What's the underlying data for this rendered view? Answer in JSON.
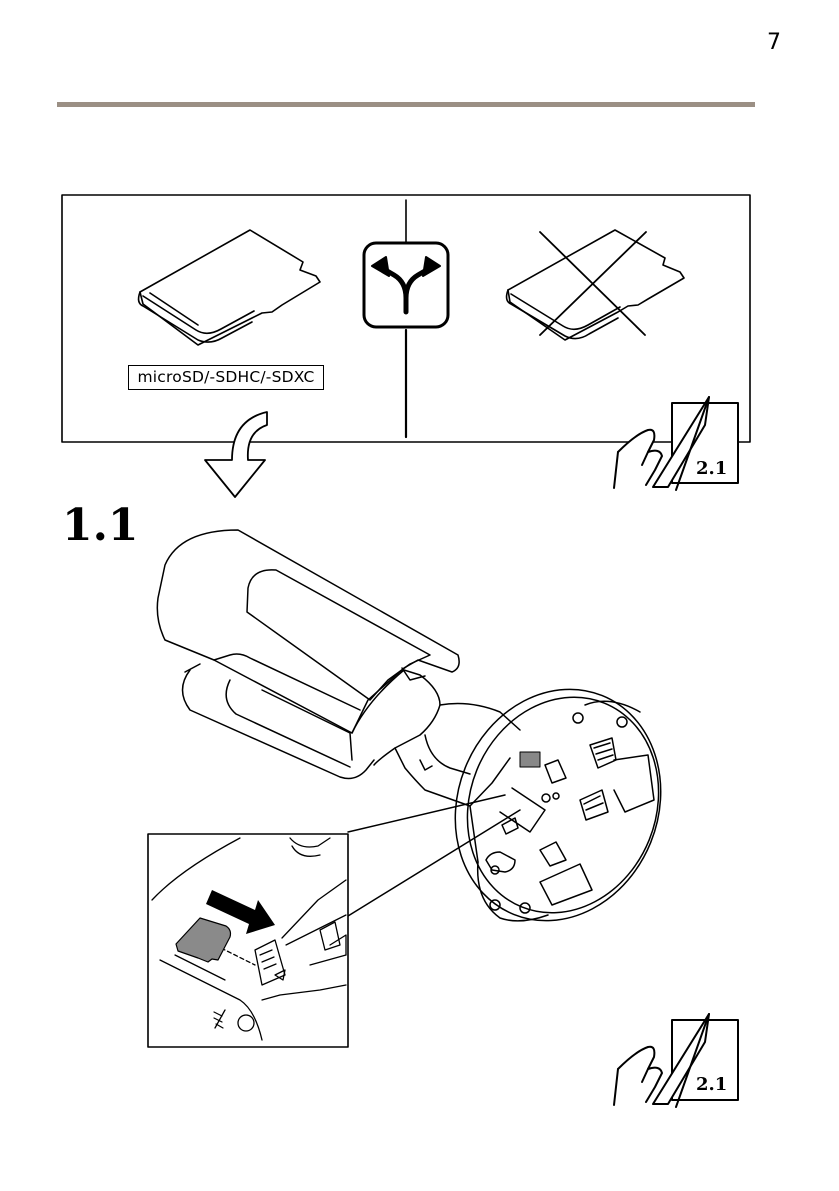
{
  "page": {
    "page_number": "7"
  },
  "panel": {
    "sd_card_label": "microSD/-SDHC/-SDXC",
    "icons": [
      "sd-card-icon",
      "fork-arrow-icon",
      "crossed-sd-card-icon",
      "down-arrow-icon",
      "hand-page-turn-icon"
    ]
  },
  "step": {
    "number": "1.1"
  },
  "page_refs": {
    "top": "2.1",
    "bottom": "2.1"
  }
}
